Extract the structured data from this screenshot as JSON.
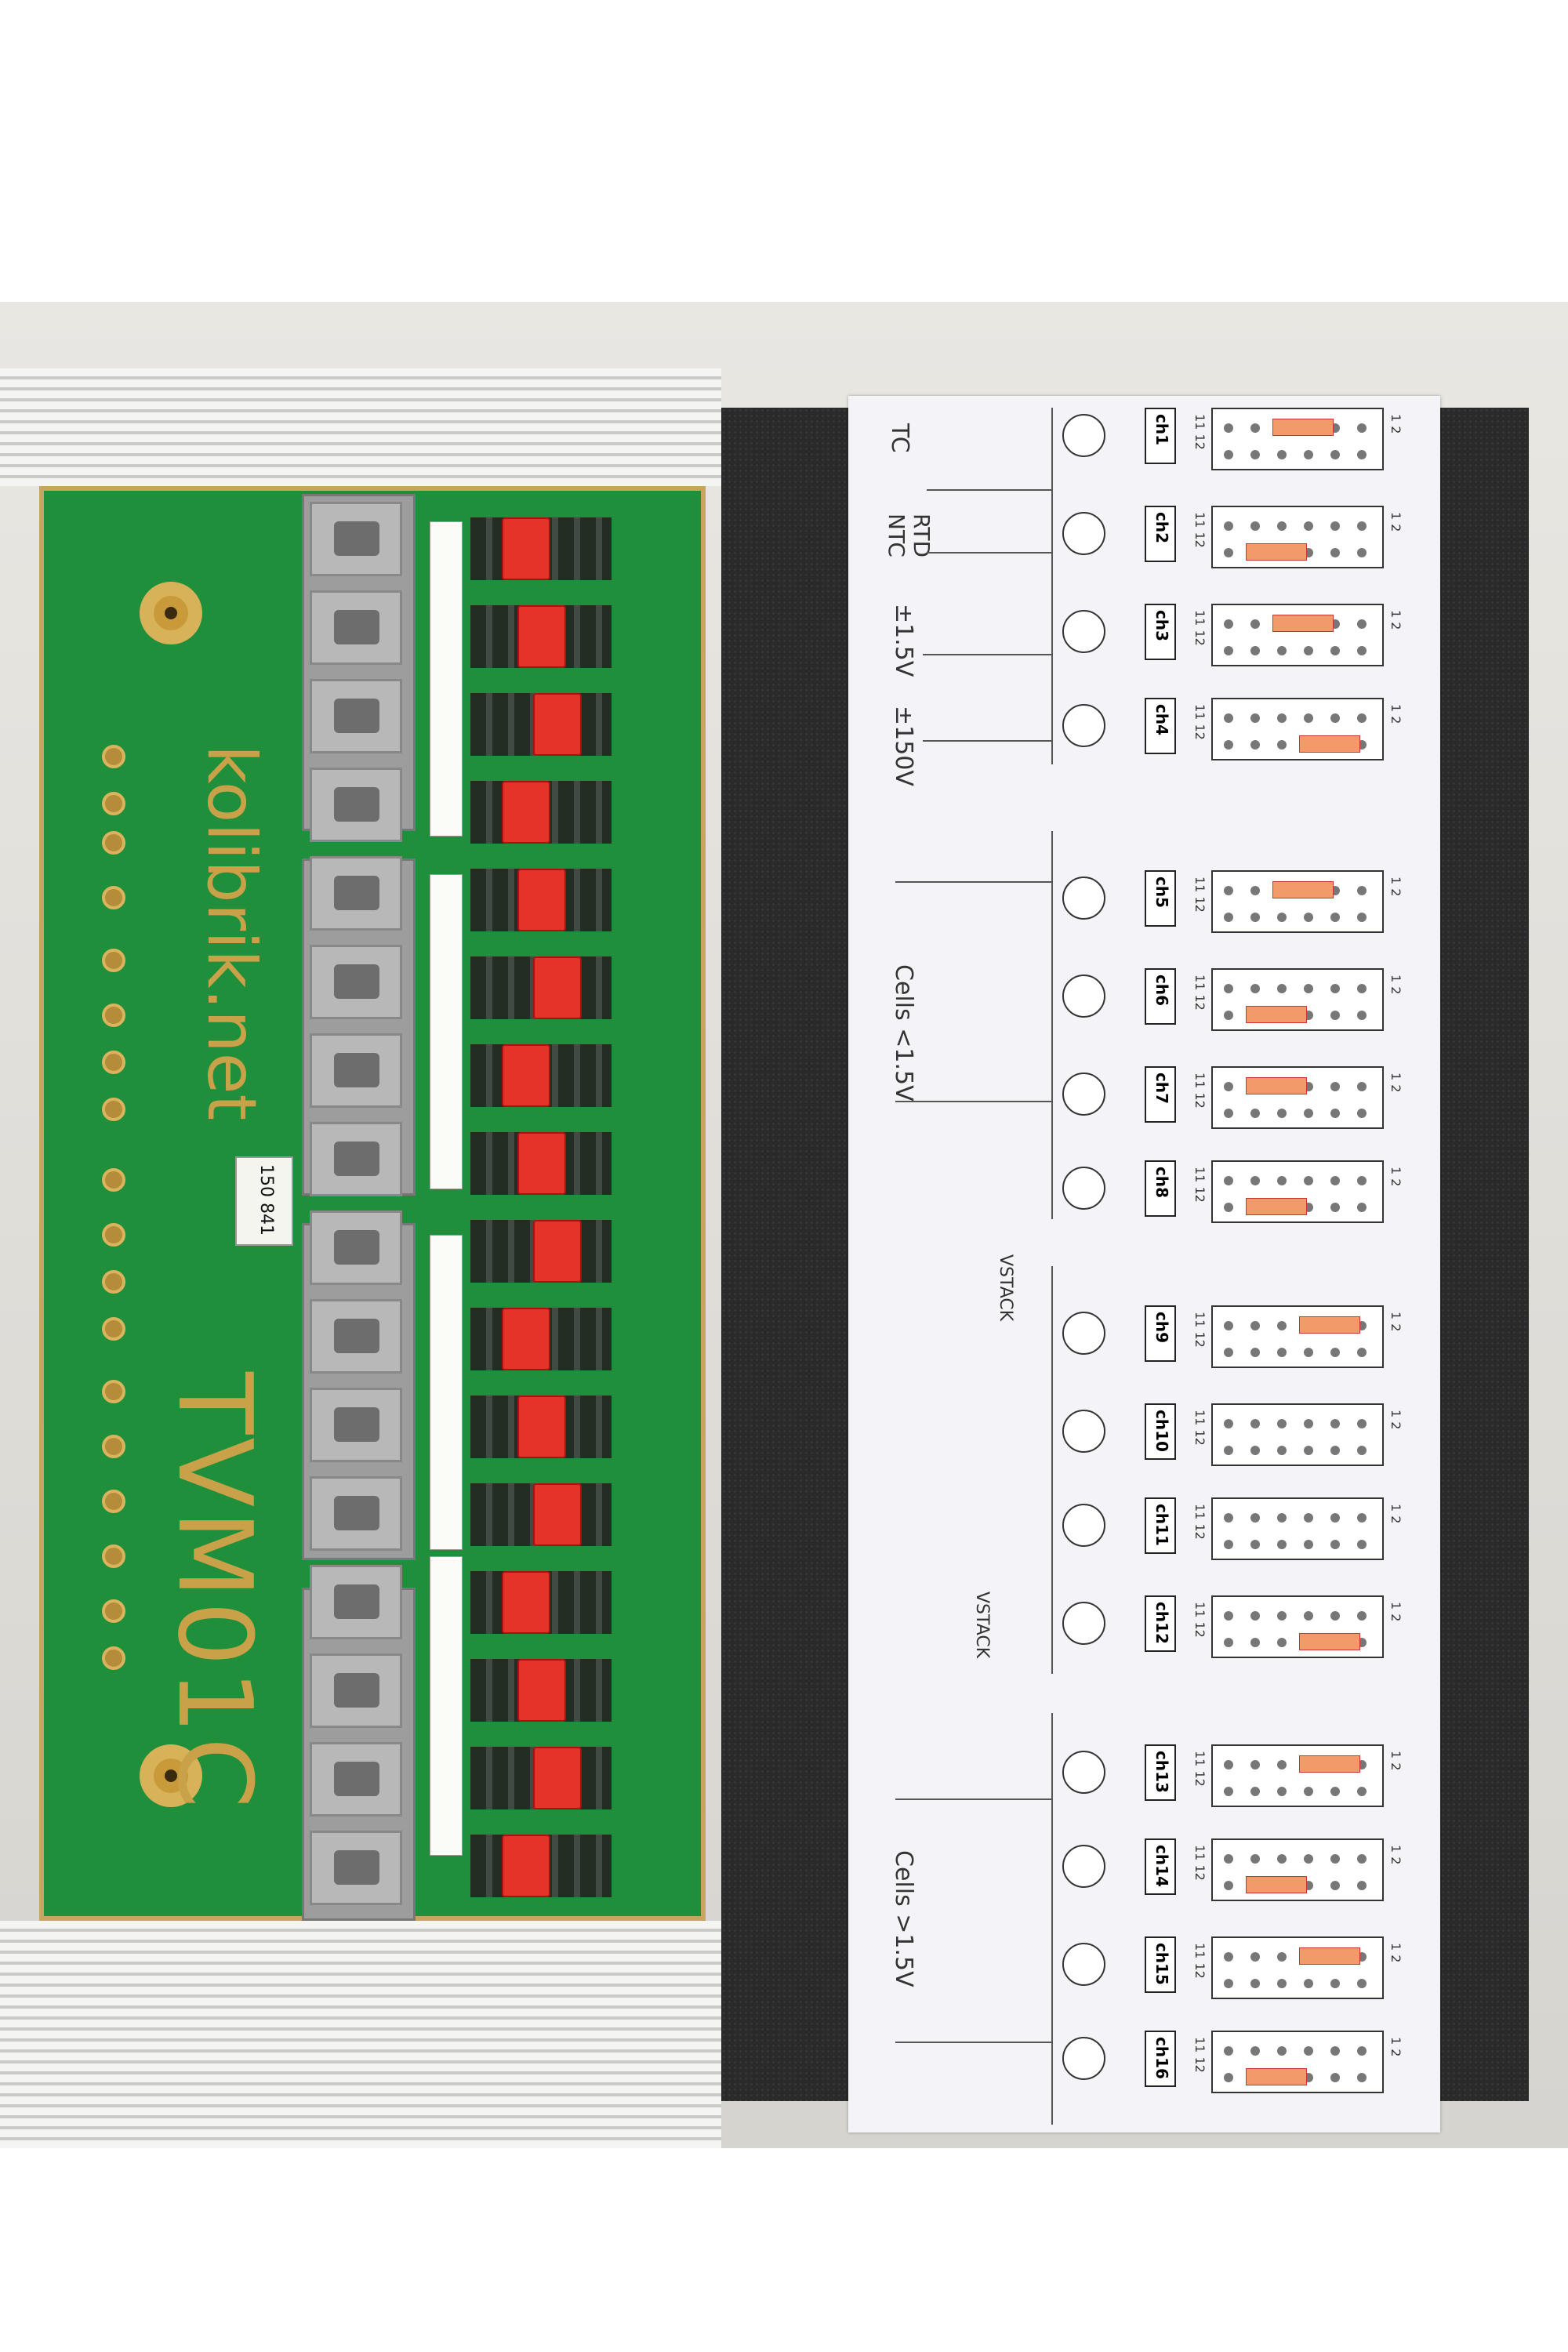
{
  "board": {
    "brand": "kolibrik.net",
    "model": "TVM01C",
    "serial": "150 841"
  },
  "chart_paper": {
    "sensor_labels": [
      "TC",
      "RTD",
      "NTC",
      "±1.5V",
      "±150V"
    ],
    "cells_low_label": "Cells <1.5V",
    "cells_high_label": "Cells >1.5V",
    "vstack_label": "VSTACK",
    "column_numbers": "11 12",
    "column_numbers_right": "1 2",
    "channels": [
      "ch1",
      "ch2",
      "ch3",
      "ch4",
      "ch5",
      "ch6",
      "ch7",
      "ch8",
      "ch9",
      "ch10",
      "ch11",
      "ch12",
      "ch13",
      "ch14",
      "ch15",
      "ch16"
    ]
  },
  "colors": {
    "pcb": "#1f8f3b",
    "copper": "#c9a148",
    "jumper": "#e6332a",
    "foam": "#2a2a2a",
    "highlight": "#f29a6a"
  }
}
